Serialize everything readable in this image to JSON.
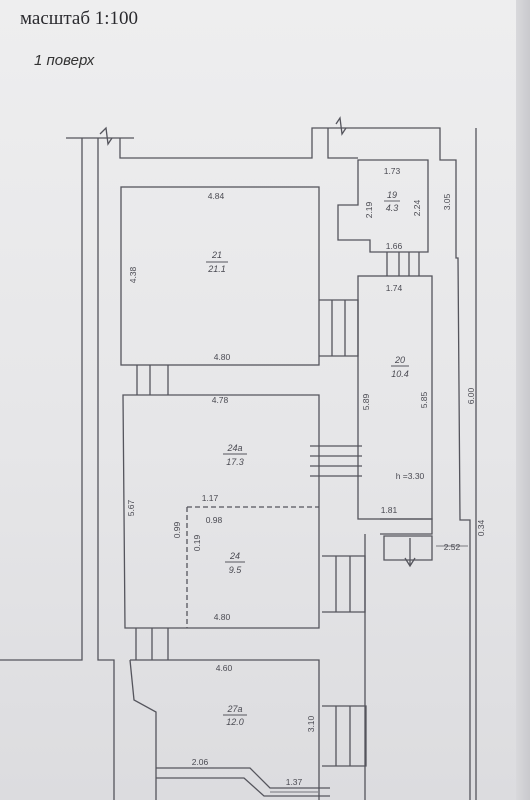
{
  "header": {
    "scale": "масштаб 1:100",
    "floor": "1 поверх"
  },
  "rooms": [
    {
      "id": "19",
      "area": "4.3"
    },
    {
      "id": "20",
      "area": "10.4"
    },
    {
      "id": "21",
      "area": "21.1"
    },
    {
      "id": "24a",
      "label": "24а",
      "area": "17.3"
    },
    {
      "id": "24",
      "area": "9.5"
    },
    {
      "id": "27a",
      "label": "27а",
      "area": "12.0"
    }
  ],
  "dims": {
    "d_173": "1.73",
    "d_219": "2.19",
    "d_224": "2.24",
    "d_166": "1.66",
    "d_305": "3.05",
    "d_174": "1.74",
    "d_484": "4.84",
    "d_438": "4.38",
    "d_480a": "4.80",
    "d_589": "5.89",
    "d_585": "5.85",
    "d_600": "6.00",
    "d_478": "4.78",
    "d_height": "h =3.30",
    "d_567": "5.67",
    "d_117": "1.17",
    "d_099": "0.99",
    "d_098": "0.98",
    "d_019": "0.19",
    "d_181": "1.81",
    "d_252": "2.52",
    "d_034": "0.34",
    "d_480b": "4.80",
    "d_460": "4.60",
    "d_310": "3.10",
    "d_206": "2.06",
    "d_137": "1.37"
  },
  "colors": {
    "line": "#55555d",
    "paper": "#e9e9ea"
  }
}
